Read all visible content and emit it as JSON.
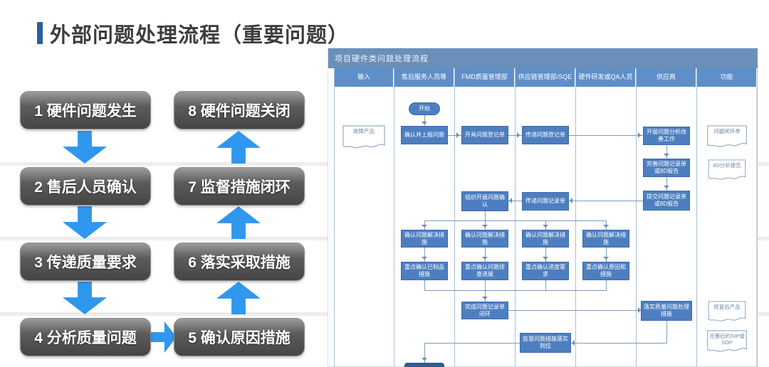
{
  "slide": {
    "title": "外部问题处理流程（重要问题）"
  },
  "left_flow": {
    "steps": [
      {
        "label": "1 硬件问题发生"
      },
      {
        "label": "2 售后人员确认"
      },
      {
        "label": "3 传递质量要求"
      },
      {
        "label": "4 分析质量问题"
      },
      {
        "label": "5 确认原因措施"
      },
      {
        "label": "6 落实采取措施"
      },
      {
        "label": "7 监督措施闭环"
      },
      {
        "label": "8 硬件问题关闭"
      }
    ]
  },
  "panel": {
    "title": "项目硬件类问题处理流程",
    "columns": [
      {
        "label": "输入"
      },
      {
        "label": "售后服务人员等"
      },
      {
        "label": "FMD质量管理部"
      },
      {
        "label": "供应链管理部/SQE"
      },
      {
        "label": "硬件研发或QA人员"
      },
      {
        "label": "供应商"
      },
      {
        "label": "功能"
      }
    ],
    "nodes": {
      "start": "开始",
      "input_doc": "故障产品",
      "confirm_report": "确认并上报问题",
      "issue_ticket": "开具问题登记单",
      "pass_ticket": "传递问题登记单",
      "analyze_improve": "开展问题分析改善工作",
      "complete_record": "完善问题记录单或8D报告",
      "submit_record": "提交问题记录单或8D报告",
      "doc_loop": "问题闭环单",
      "doc_8d": "8D分析报告",
      "organize_confirm": "组织开展问题确认",
      "pass_record": "传递问题记录单",
      "confirm_solution_1": "确认问题解决措施",
      "confirm_solution_2": "确认问题解决措施",
      "confirm_solution_3": "确认问题解决措施",
      "confirm_solution_4": "确认问题解决措施",
      "focus_1": "重点确认已制品措施",
      "focus_2": "重点确认问题排查进展",
      "focus_3": "重点确认进度需求",
      "focus_4": "重点确认原因和措施",
      "close_record": "完成问题记录单闭环",
      "implement": "落实质量问题处理措施",
      "supervise": "监督问题措施落实到位",
      "doc_fixed": "修复后产品",
      "doc_sop": "完善后的SIP或SOP"
    }
  },
  "colors": {
    "accent_arrow_blue": "#2f97ee",
    "node_blue": "#4d7fc0",
    "header_blue": "#5f8fc8",
    "panel_titlebar_blue": "#6a90ba",
    "step_box_gray": "#555555",
    "title_accent_bar": "#2c5f9e"
  }
}
